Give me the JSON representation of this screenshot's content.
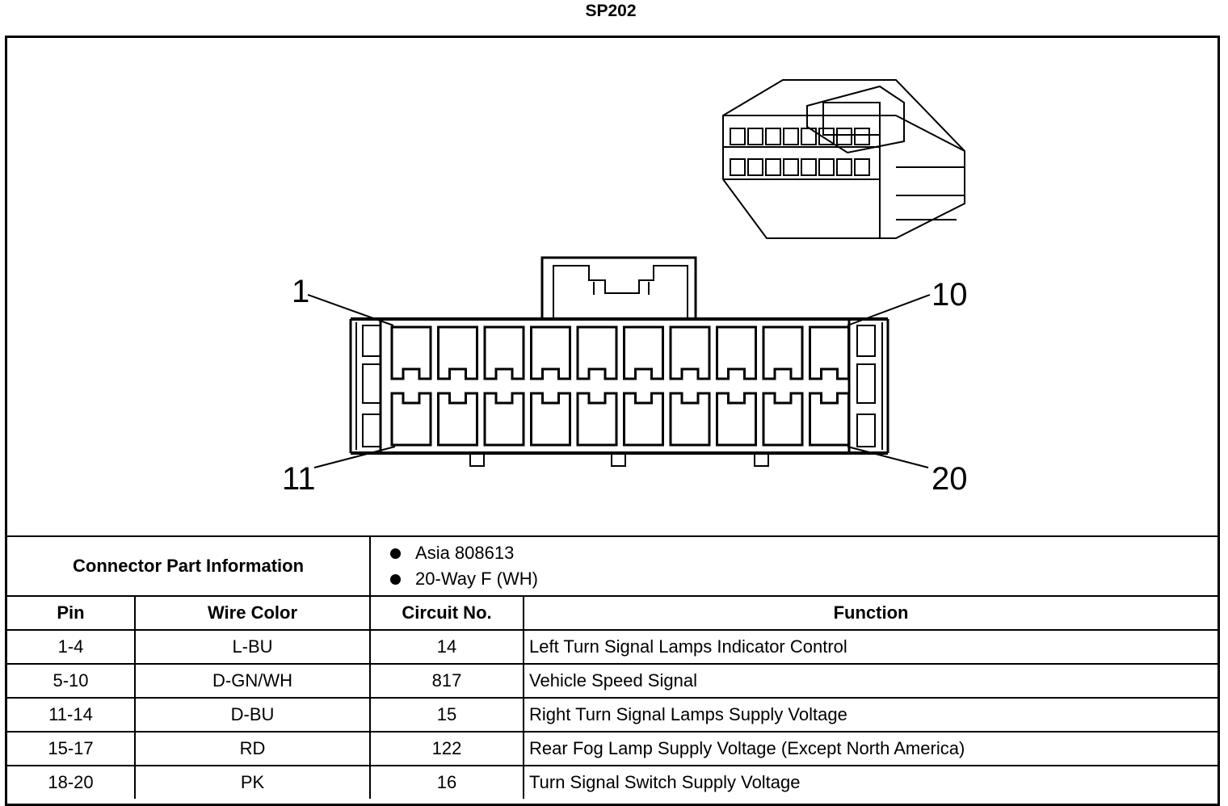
{
  "title": "SP202",
  "pin_labels": {
    "top_left": "1",
    "top_right": "10",
    "bottom_left": "11",
    "bottom_right": "20"
  },
  "connector_info": {
    "label": "Connector Part Information",
    "items": [
      "Asia 808613",
      "20-Way F (WH)"
    ]
  },
  "table": {
    "headers": [
      "Pin",
      "Wire Color",
      "Circuit No.",
      "Function"
    ],
    "rows": [
      {
        "pin": "1-4",
        "wire": "L-BU",
        "circuit": "14",
        "function": "Left Turn Signal Lamps Indicator Control"
      },
      {
        "pin": "5-10",
        "wire": "D-GN/WH",
        "circuit": "817",
        "function": "Vehicle Speed Signal"
      },
      {
        "pin": "11-14",
        "wire": "D-BU",
        "circuit": "15",
        "function": "Right Turn Signal Lamps Supply Voltage"
      },
      {
        "pin": "15-17",
        "wire": "RD",
        "circuit": "122",
        "function": "Rear Fog Lamp Supply Voltage (Except North America)"
      },
      {
        "pin": "18-20",
        "wire": "PK",
        "circuit": "16",
        "function": "Turn Signal Switch Supply Voltage"
      }
    ]
  }
}
